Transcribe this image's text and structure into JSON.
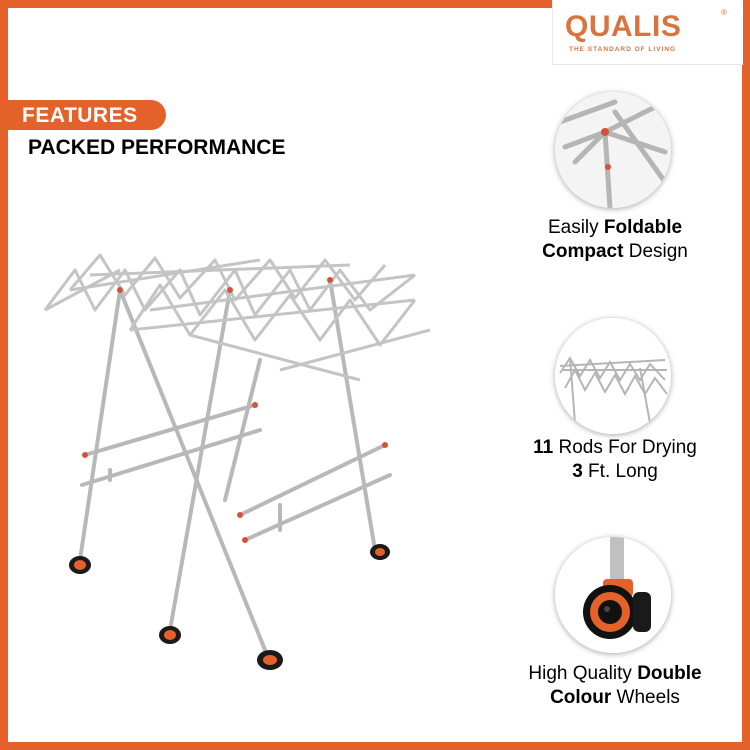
{
  "brand": {
    "name": "QUALIS",
    "registered": "®",
    "tagline": "THE STANDARD OF LIVING",
    "accent_color": "#e4612a"
  },
  "header": {
    "tag": "FEATURES",
    "title": "PACKED PERFORMANCE"
  },
  "features": [
    {
      "icon": "folding-joint-icon",
      "line1_plain": "Easily ",
      "line1_bold": "Foldable",
      "line2_bold": "Compact",
      "line2_plain": " Design"
    },
    {
      "icon": "drying-rods-icon",
      "line1_bold": "11",
      "line1_plain": " Rods For Drying",
      "line2_bold": "3",
      "line2_plain": " Ft. Long"
    },
    {
      "icon": "wheel-icon",
      "line1_plain": "High Quality ",
      "line1_bold": "Double",
      "line2_bold": "Colour",
      "line2_plain": " Wheels"
    }
  ]
}
